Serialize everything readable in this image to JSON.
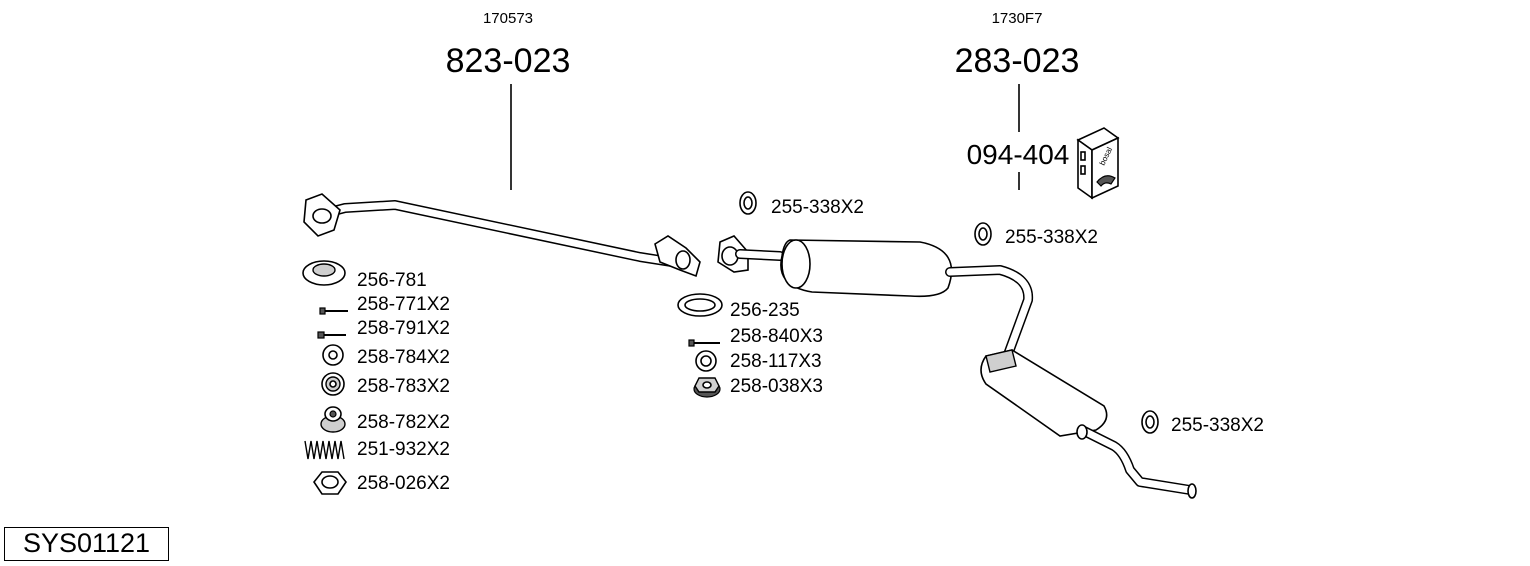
{
  "system_code": "SYS01121",
  "assemblies": {
    "front_pipe": {
      "ref": "170573",
      "part": "823-023"
    },
    "rear_section": {
      "ref": "1730F7",
      "part": "283-023",
      "kit": "094-404"
    }
  },
  "kit_box_brand": "bosal",
  "parts_left": [
    {
      "label": "256-781"
    },
    {
      "label": "258-771X2"
    },
    {
      "label": "258-791X2"
    },
    {
      "label": "258-784X2"
    },
    {
      "label": "258-783X2"
    },
    {
      "label": "258-782X2"
    },
    {
      "label": "251-932X2"
    },
    {
      "label": "258-026X2"
    }
  ],
  "parts_middle": [
    {
      "label": "256-235"
    },
    {
      "label": "258-840X3"
    },
    {
      "label": "258-117X3"
    },
    {
      "label": "258-038X3"
    }
  ],
  "mount_labels": [
    {
      "label": "255-338X2"
    },
    {
      "label": "255-338X2"
    },
    {
      "label": "255-338X2"
    }
  ]
}
